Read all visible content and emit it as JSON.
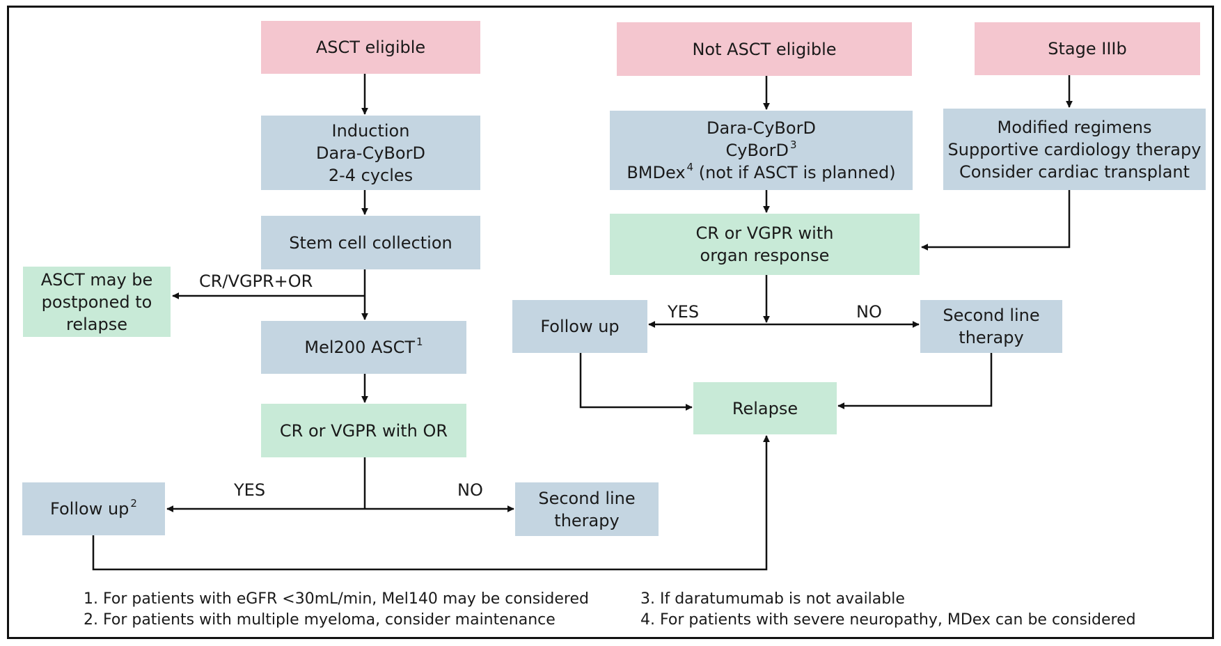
{
  "boxes": {
    "asct_eligible": "ASCT eligible",
    "not_asct_eligible": "Not ASCT eligible",
    "stage_iiib": "Stage IIIb",
    "induction": [
      "Induction",
      "Dara-CyBorD",
      "2-4 cycles"
    ],
    "stem_cell": "Stem cell collection",
    "postponed": [
      "ASCT may be",
      "postponed to",
      "relapse"
    ],
    "mel200": {
      "text": "Mel200 ASCT",
      "note": "1"
    },
    "cr_vgpr_or": "CR or VGPR with OR",
    "follow_up_left": {
      "text": "Follow up",
      "note": "2"
    },
    "second_line_left": [
      "Second line",
      "therapy"
    ],
    "not_eligible_regimen": {
      "line1": "Dara-CyBorD",
      "line2": "CyBorD",
      "line2_note": "3",
      "line3_a": "BMDex",
      "line3_note": "4",
      "line3_b": " (not if ASCT is planned)"
    },
    "modified": [
      "Modified regimens",
      "Supportive cardiology therapy",
      "Consider cardiac transplant"
    ],
    "cr_vgpr_organ": [
      "CR or VGPR with",
      "organ response"
    ],
    "follow_up_right": "Follow up",
    "second_line_right": [
      "Second line",
      "therapy"
    ],
    "relapse": "Relapse"
  },
  "edge_labels": {
    "cr_vgpr_or_short": "CR/VGPR+OR",
    "yes_left": "YES",
    "no_left": "NO",
    "yes_right": "YES",
    "no_right": "NO"
  },
  "footnotes": [
    "1. For patients with eGFR <30mL/min, Mel140 may be considered",
    "2. For patients with multiple myeloma, consider maintenance",
    "3. If daratumumab is not available",
    "4. For patients with severe neuropathy, MDex can be considered"
  ],
  "colors": {
    "header_pink": "#f4c6cf",
    "step_blue": "#c4d5e1",
    "response_green": "#c8ead7",
    "line": "#111111"
  }
}
